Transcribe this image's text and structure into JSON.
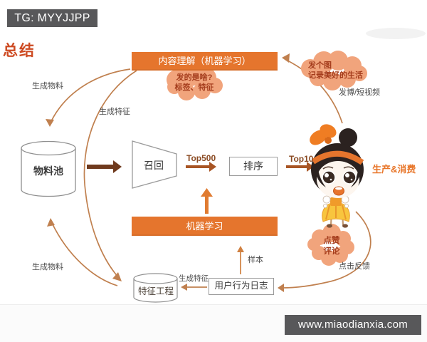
{
  "badges": {
    "top_left": "TG: MYYJJPP",
    "bottom_right": "www.miaodianxia.com"
  },
  "title": "总结",
  "nodes": {
    "content_understanding": "内容理解（机器学习）",
    "material_pool": "物料池",
    "recall": "召回",
    "ranking": "排序",
    "machine_learning": "机器学习",
    "feature_engineering": "特征工程",
    "user_behavior_log": "用户行为日志"
  },
  "clouds": {
    "what_posted": {
      "line1": "发的是啥?",
      "line2": "标签、特征"
    },
    "post_photo": {
      "line1": "发个图",
      "line2": "记录美好的生活"
    },
    "likes_comments": {
      "line1": "点赞",
      "line2": "评论"
    }
  },
  "labels": {
    "generate_material_top": "生成物料",
    "generate_feature_top": "生成特征",
    "generate_material_bottom": "生成物料",
    "generate_feature_bottom": "生成特征",
    "top500": "Top500",
    "top10": "Top10",
    "post_blog_short_video": "发博/短视频",
    "production_and_consumption": "生产&消费",
    "click_feedback": "点击反馈",
    "sample": "样本"
  },
  "colors": {
    "box_orange": "#e5752d",
    "cloud_orange": "#f1a47c",
    "cloud_text": "#a43c1c",
    "thick_arrow": "#6f3a1d",
    "mid_arrow": "#a85524",
    "bright_arrow": "#e07b31",
    "curve": "#c0804f",
    "badge_bg": "#58585a",
    "title_red": "#cd4a22",
    "accent_text": "#e8762a"
  }
}
